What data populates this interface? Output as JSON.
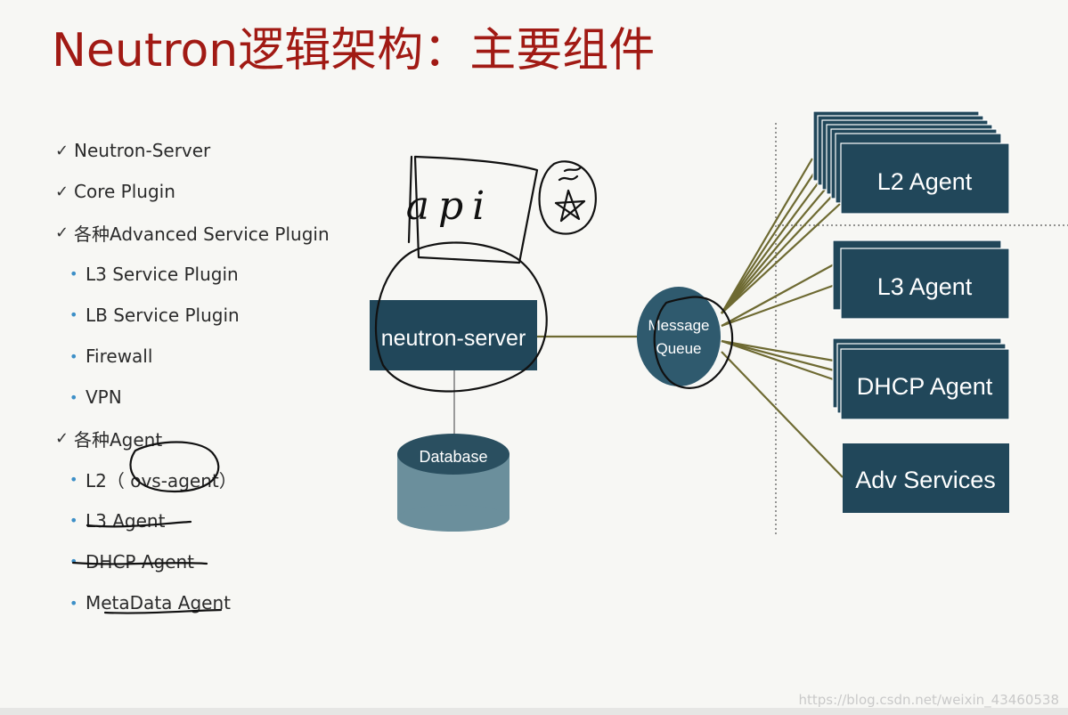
{
  "title": "Neutron逻辑架构：主要组件",
  "bullets": [
    {
      "level": 1,
      "marker": "✓",
      "text": "Neutron-Server"
    },
    {
      "level": 1,
      "marker": "✓",
      "text": "Core Plugin"
    },
    {
      "level": 1,
      "marker": "✓",
      "text": "各种Advanced Service Plugin"
    },
    {
      "level": 2,
      "marker": "•",
      "text": "L3 Service Plugin"
    },
    {
      "level": 2,
      "marker": "•",
      "text": "LB Service Plugin"
    },
    {
      "level": 2,
      "marker": "•",
      "text": "Firewall"
    },
    {
      "level": 2,
      "marker": "•",
      "text": "VPN"
    },
    {
      "level": 1,
      "marker": "✓",
      "text": "各种Agent"
    },
    {
      "level": 2,
      "marker": "•",
      "text": "L2（ ovs-agent）"
    },
    {
      "level": 2,
      "marker": "•",
      "text": "L3 Agent"
    },
    {
      "level": 2,
      "marker": "•",
      "text": "DHCP Agent"
    },
    {
      "level": 2,
      "marker": "•",
      "text": "MetaData Agent"
    }
  ],
  "diagram": {
    "server": "neutron-server",
    "database": "Database",
    "queue_line1": "Message",
    "queue_line2": "Queue",
    "l2_agent": "L2 Agent",
    "l3_agent": "L3 Agent",
    "dhcp_agent": "DHCP Agent",
    "adv_services": "Adv Services",
    "handwritten_api": "api"
  },
  "colors": {
    "title": "#a11a14",
    "box": "#21475a",
    "box_text": "#ffffff",
    "queue": "#2f5a6e",
    "connector": "#6e6a32",
    "database": "#6b8f9c",
    "ink": "#111111"
  },
  "watermark": "https://blog.csdn.net/weixin_43460538"
}
